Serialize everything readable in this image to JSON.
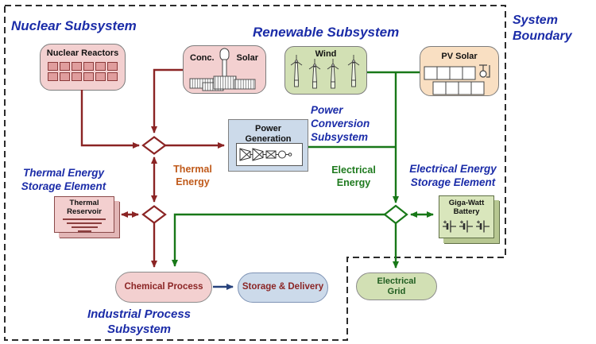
{
  "titles": {
    "nuclear": "Nuclear Subsystem",
    "renewable": "Renewable Subsystem",
    "system_boundary": "System\nBoundary",
    "power_conversion": "Power\nConversion\nSubsystem",
    "thermal_storage": "Thermal Energy\nStorage Element",
    "electrical_storage": "Electrical Energy\nStorage Element",
    "industrial": "Industrial Process\nSubsystem"
  },
  "labels": {
    "thermal_energy": "Thermal\nEnergy",
    "electrical_energy": "Electrical\nEnergy"
  },
  "nodes": {
    "nuclear_reactors": "Nuclear Reactors",
    "conc_solar_left": "Conc.",
    "conc_solar_right": "Solar",
    "wind": "Wind",
    "pv_solar": "PV Solar",
    "power_generation": "Power\nGeneration",
    "thermal_reservoir": "Thermal\nReservoir",
    "giga_watt_battery": "Giga-Watt\nBattery",
    "chemical_process": "Chemical Process",
    "storage_delivery": "Storage & Delivery",
    "electrical_grid": "Electrical\nGrid"
  },
  "colors": {
    "title_blue": "#1b2ca8",
    "thermal_flow": "#8b2424",
    "electrical_flow": "#187818",
    "product_flow": "#27427c",
    "thermal_label": "#c05a1a",
    "electrical_label": "#1e7a1e",
    "pink_fill": "#f3d0d0",
    "green_fill": "#d2e0b4",
    "peach_fill": "#f9dfc2",
    "blue_fill": "#ccdaea"
  }
}
